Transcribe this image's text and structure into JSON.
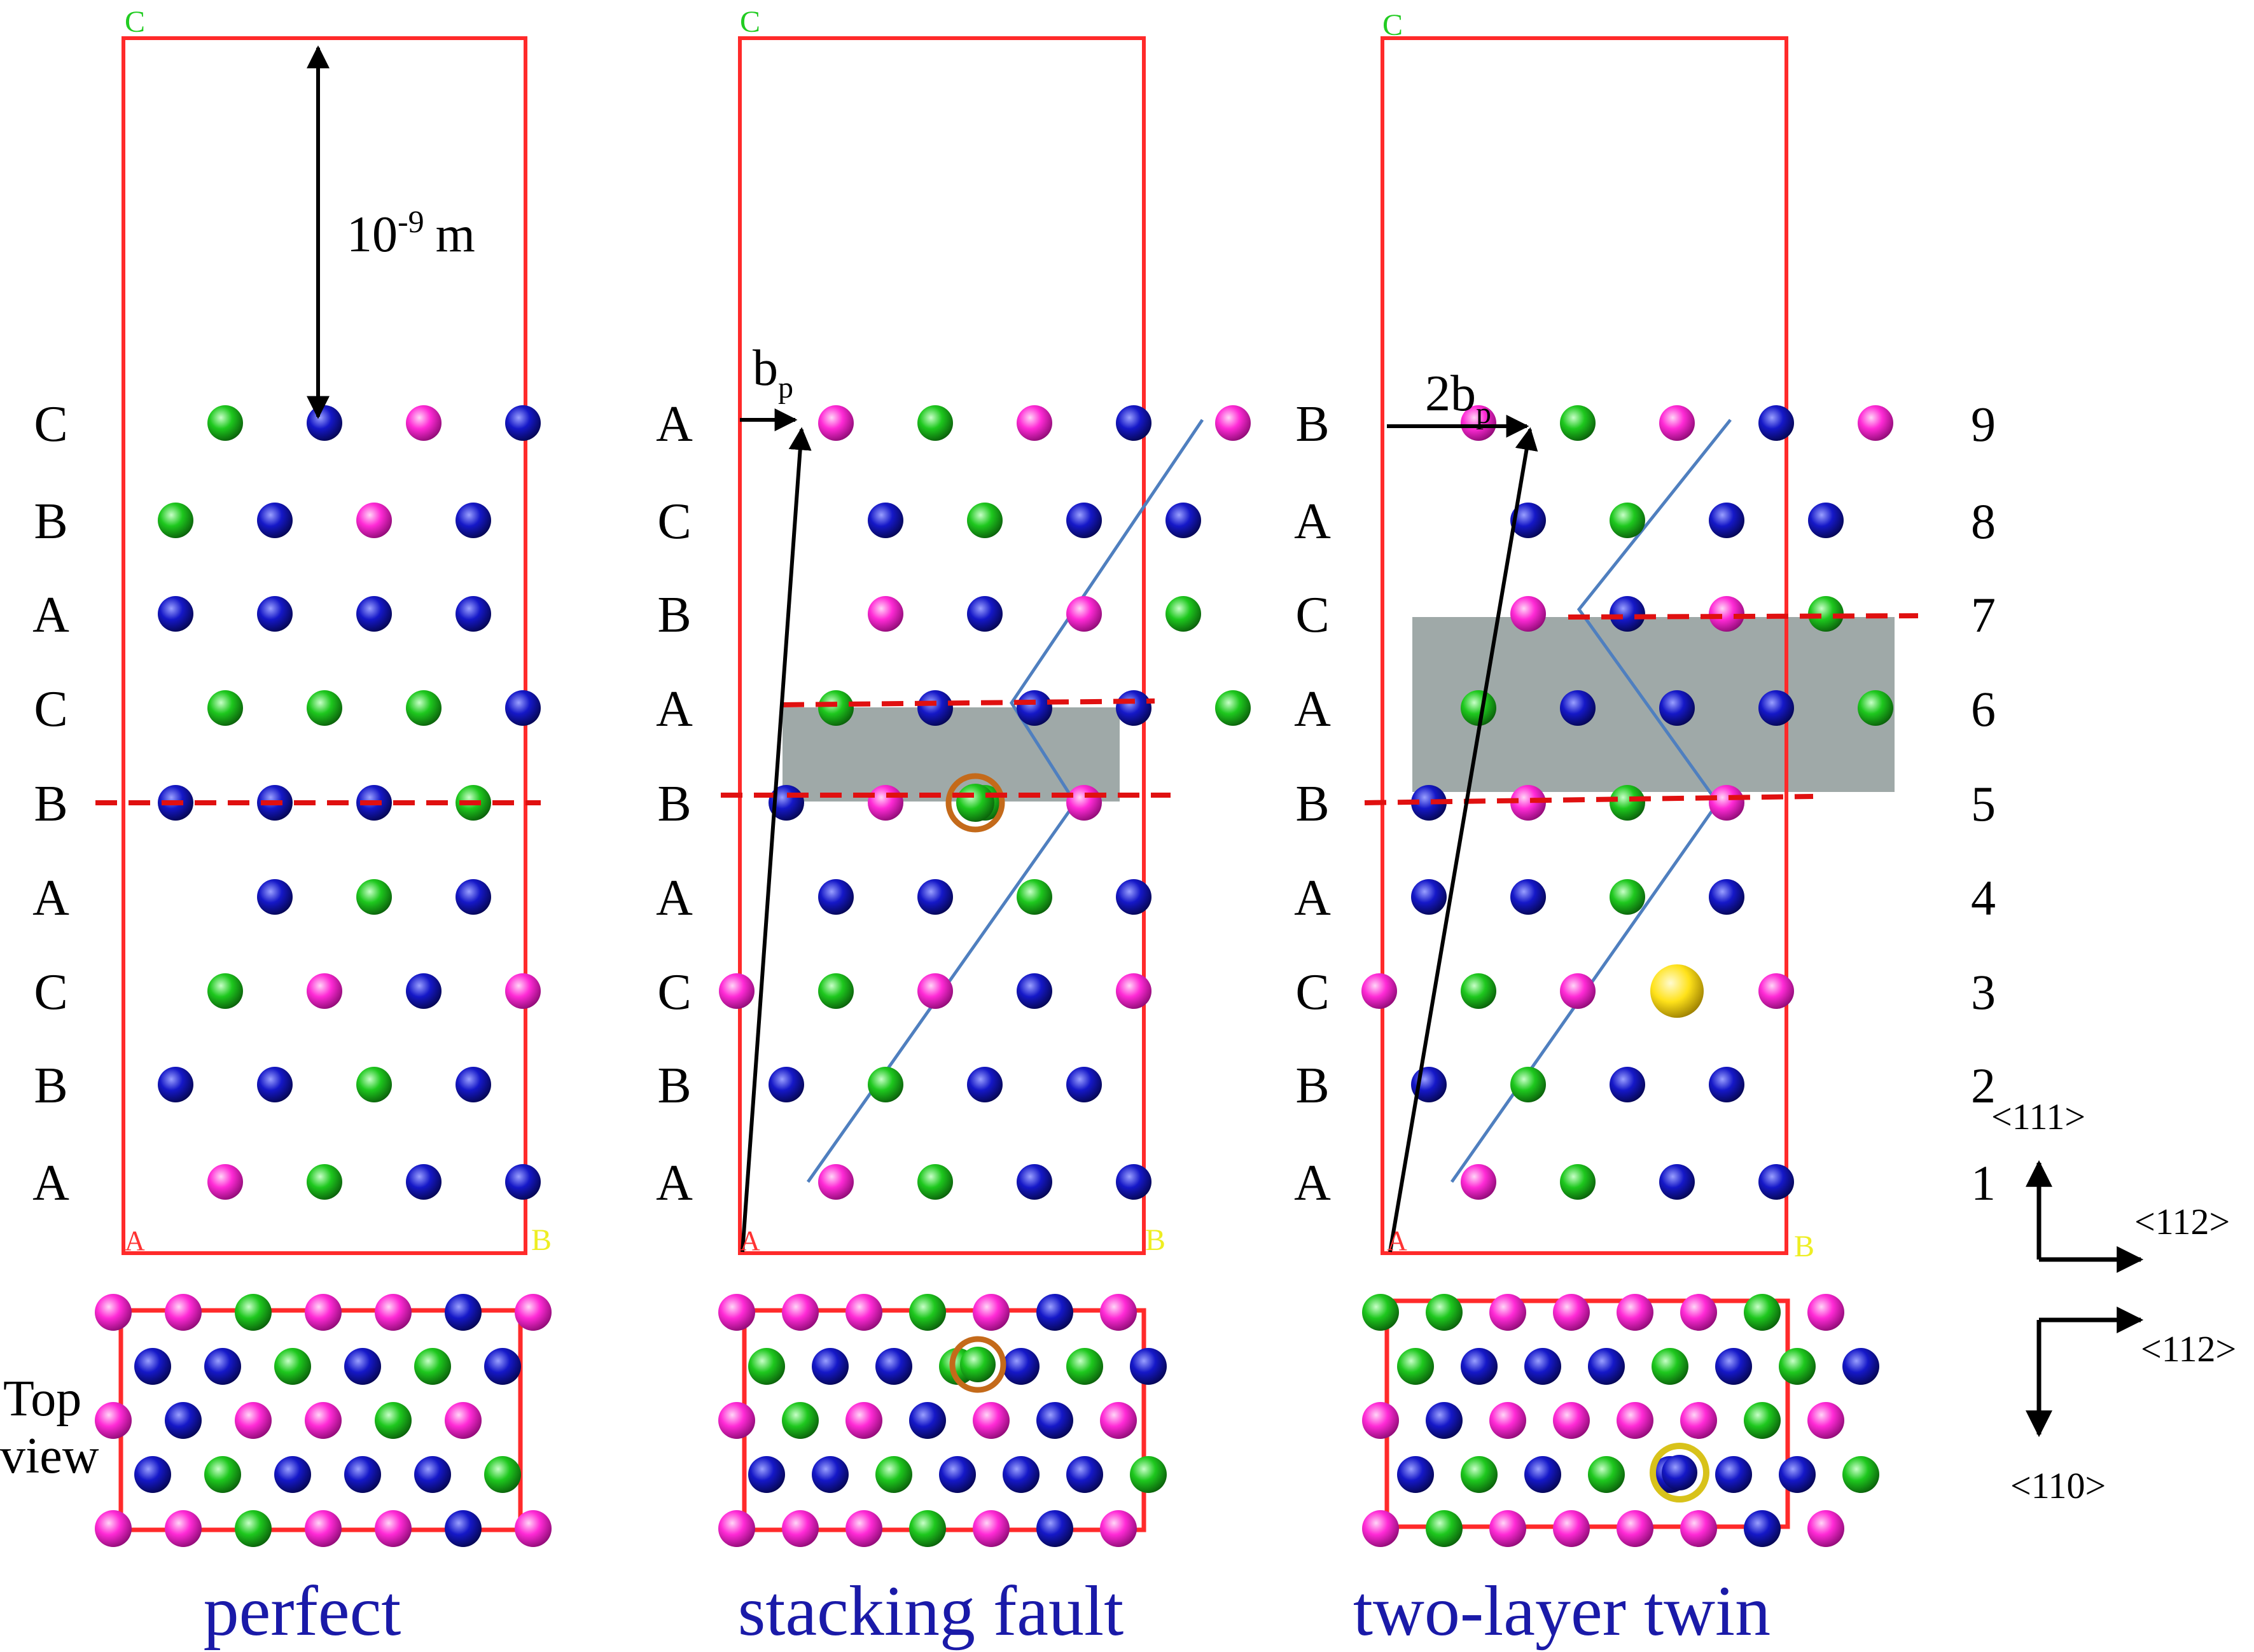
{
  "colors": {
    "cell": "#ff2a2a",
    "fault_line": "#e01010",
    "stack_line": "#4f7fbf",
    "shade": "#7f8c8b",
    "caption": "#1a1aa8",
    "atom_magenta": "#ff2ad6",
    "atom_green": "#1ec81e",
    "atom_blue": "#1518c8",
    "atom_yellow": "#ffe21a",
    "corner_green": "#22cc22",
    "corner_yellow": "#eeee22"
  },
  "cell_corner_labels": {
    "top": "C",
    "bottom_left": "A",
    "bottom_right": "B"
  },
  "scale_bar": {
    "base": "10",
    "exponent": "-9",
    "unit": "m"
  },
  "panels": [
    {
      "caption": "perfect",
      "layers": [
        "A",
        "B",
        "C",
        "A",
        "B",
        "C",
        "A",
        "B",
        "C"
      ],
      "atoms": [
        "...M.G.B.B.",
        "..B.B.G.B..",
        "...G.M.B.M.",
        "....B.G.B..",
        "..B.B.B.G..",
        "...G.G.G.B.",
        "..B.B.B.B..",
        "..G.B.M.B..",
        "...G.B.M.B."
      ]
    },
    {
      "caption": "stacking fault",
      "layers": [
        "A",
        "B",
        "C",
        "A",
        "B",
        "A",
        "B",
        "C",
        "A"
      ],
      "atoms": [
        "...M.G.B.B.",
        "..B.G.B.B..",
        ".M.G.M.B.M.",
        "...B.B.G.B.",
        "..B.M.G.M..",
        "...G.B.B.B.G",
        "....M.B.M.G",
        "....B.G.B.B",
        "...M.G.M.B.M"
      ]
    },
    {
      "caption": "two-layer twin",
      "layers": [
        "A",
        "B",
        "C",
        "A",
        "B",
        "A",
        "C",
        "A",
        "B"
      ],
      "atoms": [
        "...M.G.B.B..",
        "..B.G.B.B...",
        ".M.G.M.Y.M..",
        "..B.B.G.B...",
        "..B.M.G.M...",
        "...G.B.B.B.G",
        "....M.B.M.G.",
        "....B.G.B.B.",
        "...M.G.M.B.M"
      ]
    }
  ],
  "burgers_labels": {
    "panel_2": "b",
    "panel_3": "2b",
    "subscript": "p"
  },
  "layer_numbers": [
    "9",
    "8",
    "7",
    "6",
    "5",
    "4",
    "3",
    "2",
    "1"
  ],
  "top_view_label": [
    "Top",
    "view"
  ],
  "top_views": [
    [
      "MMGMMBM",
      "BBGBGB",
      "MBMMGM",
      "BGBBBG",
      "MMGMMBM"
    ],
    [
      "MMMGMBM",
      "GBBGBGB",
      "MGMBMBM",
      "BBGBBBG",
      "MMMGMBM"
    ],
    [
      "GGMMMMGM",
      "GBBBGBGB",
      "MBMMMMGM",
      "BGBGBBBG",
      "MGMMMMBM"
    ]
  ],
  "axes": {
    "side": {
      "vertical": "<111>",
      "horizontal": "<112>"
    },
    "top": {
      "horizontal": "<112>",
      "vertical": "<110>"
    }
  }
}
